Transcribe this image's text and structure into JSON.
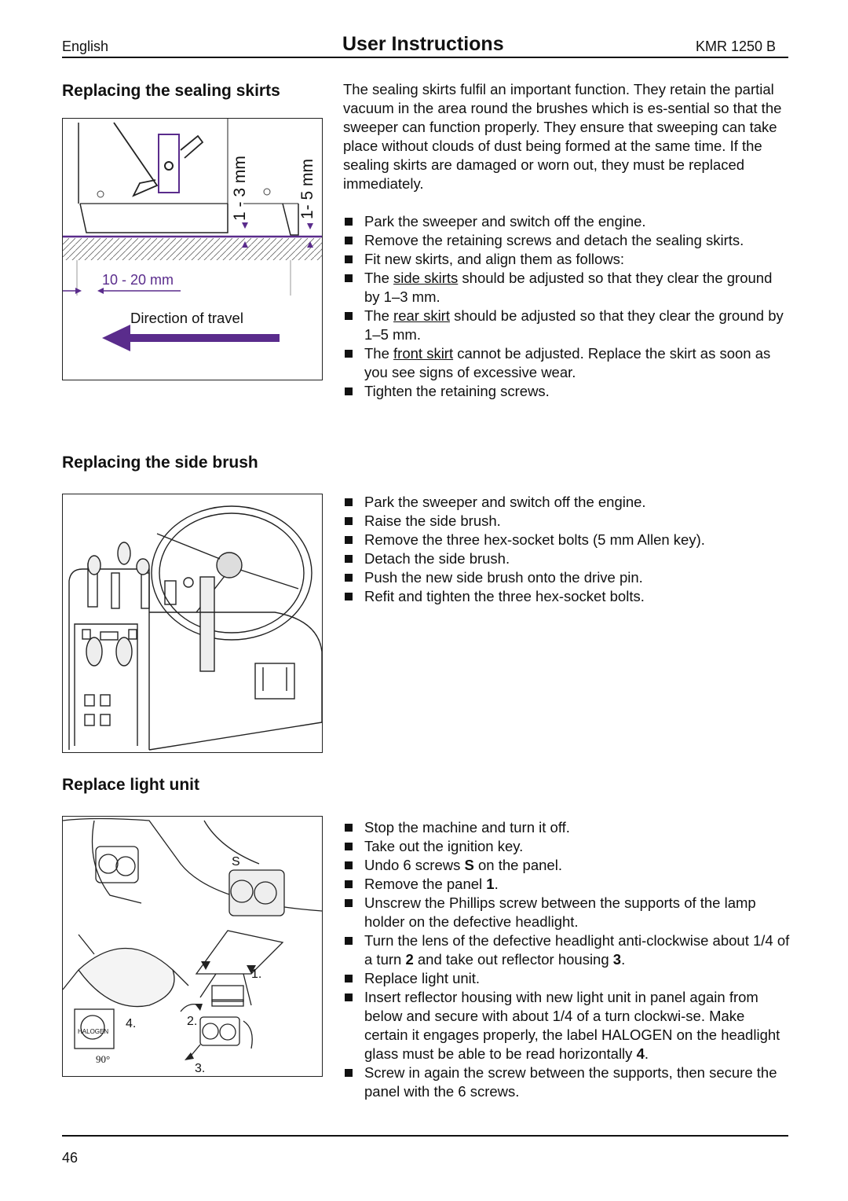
{
  "header": {
    "language": "English",
    "title": "User Instructions",
    "model": "KMR 1250 B"
  },
  "sec1": {
    "heading": "Replacing the sealing skirts",
    "intro": "The sealing skirts fulfil an important function. They retain the partial vacuum in the area round the brushes which is es-sential so that the sweeper can function properly. They ensure that sweeping can take place without clouds of dust being formed at the same time. If the sealing skirts are damaged or worn out, they must be replaced immediately.",
    "steps": [
      "Park the sweeper and switch off the engine.",
      "Remove the retaining screws and detach the sealing skirts.",
      "Fit new skirts, and align them as follows:"
    ],
    "side_a": "The ",
    "side_u": "side skirts",
    "side_b": " should be adjusted so that they clear the ground by 1–3 mm.",
    "rear_a": "The ",
    "rear_u": "rear skirt",
    "rear_b": " should be adjusted so that they clear the ground by 1–5 mm.",
    "front_a": "The ",
    "front_u": "front skirt",
    "front_b": " cannot be adjusted. Replace the skirt as soon as you see signs of excessive wear.",
    "last_step": "Tighten the retaining screws.",
    "figure": {
      "label_a": "1 - 3 mm",
      "label_b": "1- 5 mm",
      "label_c": "10 - 20 mm",
      "label_d": "Direction of travel"
    }
  },
  "sec2": {
    "heading": "Replacing the side brush",
    "steps": [
      "Park the sweeper and switch off the engine.",
      "Raise the side brush.",
      "Remove the three hex-socket bolts (5 mm Allen key).",
      "Detach the side brush.",
      "Push the new side brush onto the drive pin.",
      "Refit and tighten the three hex-socket bolts."
    ]
  },
  "sec3": {
    "heading": "Replace light unit",
    "s1": "Stop the machine and turn it off.",
    "s2": "Take out the ignition key.",
    "s3a": "Undo 6 screws ",
    "s3b": "S",
    "s3c": " on the panel.",
    "s4a": "Remove the panel ",
    "s4b": "1",
    "s4c": ".",
    "s5": "Unscrew the Phillips screw between the supports of the lamp holder on the defective headlight.",
    "s6a": "Turn the lens of the defective headlight anti-clockwise about 1/4 of a turn ",
    "s6b": "2",
    "s6c": " and take out reflector housing ",
    "s6d": "3",
    "s6e": ".",
    "s7": "Replace light unit.",
    "s8a": "Insert reflector housing with new light unit in panel again from below and secure with about 1/4 of a turn clockwi-se. Make certain it engages properly, the label HALOGEN on the headlight glass must be able to be read horizontally ",
    "s8b": "4",
    "s8c": ".",
    "s9": "Screw in again the screw between the supports, then secure the panel with the 6 screws.",
    "figure": {
      "label_s": "S",
      "label_1": "1.",
      "label_2": "2.",
      "label_3": "3.",
      "label_4": "4.",
      "halogen": "HALOGEN",
      "angle": "90°"
    }
  },
  "footer": {
    "page_number": "46"
  }
}
